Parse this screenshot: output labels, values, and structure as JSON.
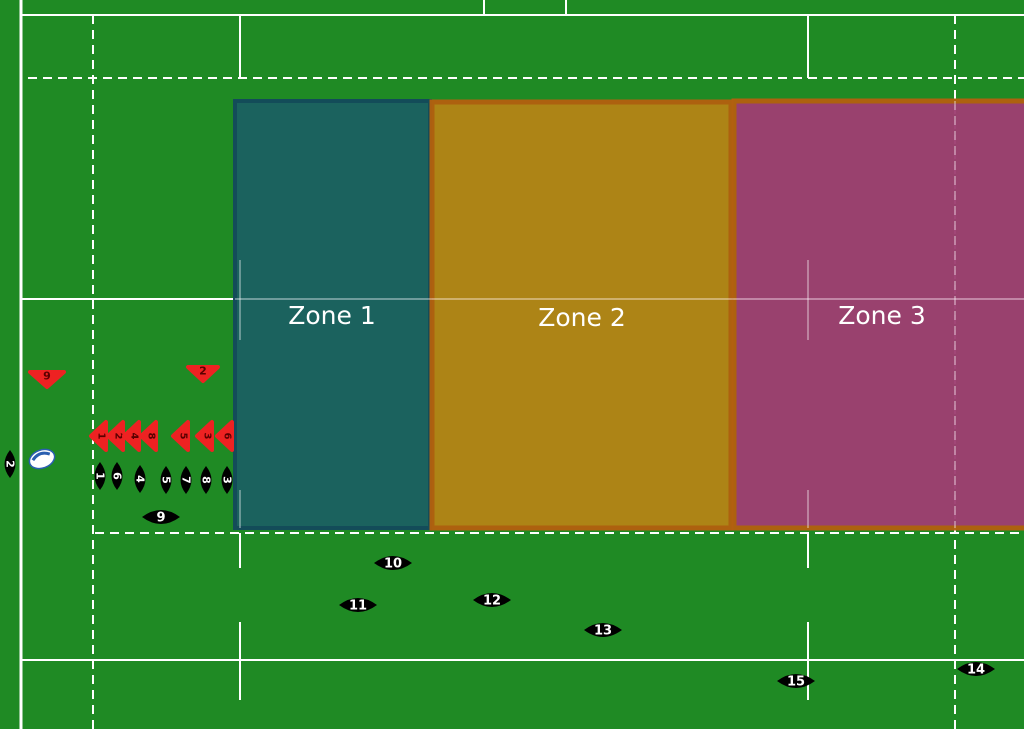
{
  "colors": {
    "grass": "#1f8a24",
    "line": "#ffffff",
    "zone1": "#1b6161",
    "zone1_border": "#134a5c",
    "zone2": "#b38416",
    "zone2_border": "#b3600f",
    "zone3": "#9e3f72",
    "zone3_border": "#b3600f",
    "attack": "#000000",
    "defence": "#ee2222"
  },
  "zones": [
    {
      "label": "Zone 1"
    },
    {
      "label": "Zone 2"
    },
    {
      "label": "Zone 3"
    }
  ],
  "players": {
    "attack": [
      "2",
      "1",
      "6",
      "4",
      "5",
      "7",
      "8",
      "3",
      "9",
      "10",
      "11",
      "12",
      "13",
      "15",
      "14"
    ],
    "defence": [
      "9",
      "2",
      "1",
      "2",
      "4",
      "8",
      "5",
      "3",
      "6"
    ]
  },
  "ball": {
    "icon": "rugby-ball-icon"
  }
}
